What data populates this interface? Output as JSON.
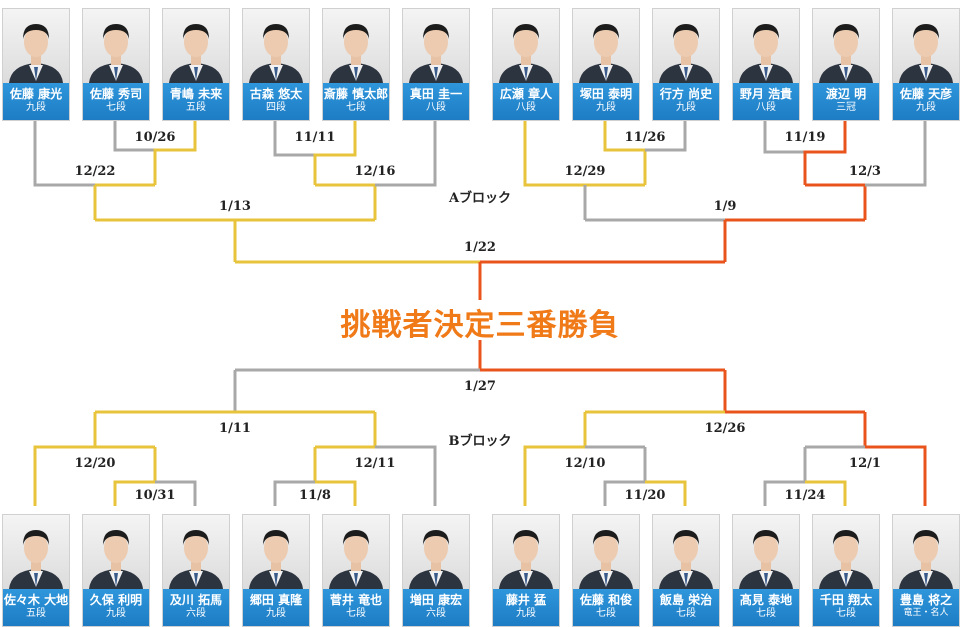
{
  "title": "挑戦者決定三番勝負",
  "colors": {
    "gray": "#a8a8a8",
    "yellow": "#e8c33c",
    "orange": "#e8541c",
    "plate": "#1d7cc4",
    "title": "#f07a18"
  },
  "blocks": {
    "A": {
      "label": "Aブロック",
      "players": [
        {
          "name": "佐藤 康光",
          "rank": "九段"
        },
        {
          "name": "佐藤 秀司",
          "rank": "七段"
        },
        {
          "name": "青嶋 未来",
          "rank": "五段"
        },
        {
          "name": "古森 悠太",
          "rank": "四段"
        },
        {
          "name": "斎藤 慎太郎",
          "rank": "七段"
        },
        {
          "name": "真田 圭一",
          "rank": "八段"
        },
        {
          "name": "広瀬 章人",
          "rank": "八段"
        },
        {
          "name": "塚田 泰明",
          "rank": "九段"
        },
        {
          "name": "行方 尚史",
          "rank": "九段"
        },
        {
          "name": "野月 浩貴",
          "rank": "八段"
        },
        {
          "name": "渡辺 明",
          "rank": "三冠"
        },
        {
          "name": "佐藤 天彦",
          "rank": "九段"
        }
      ],
      "dates": {
        "r1a": "10/26",
        "r1b": "11/11",
        "r1c": "11/26",
        "r1d": "11/19",
        "r2a": "12/22",
        "r2b": "12/16",
        "r2c": "12/29",
        "r2d": "12/3",
        "r3a": "1/13",
        "r3b": "1/9",
        "r4": "1/22"
      }
    },
    "B": {
      "label": "Bブロック",
      "players": [
        {
          "name": "佐々木 大地",
          "rank": "五段"
        },
        {
          "name": "久保 利明",
          "rank": "九段"
        },
        {
          "name": "及川 拓馬",
          "rank": "六段"
        },
        {
          "name": "郷田 真隆",
          "rank": "九段"
        },
        {
          "name": "菅井 竜也",
          "rank": "七段"
        },
        {
          "name": "増田 康宏",
          "rank": "六段"
        },
        {
          "name": "藤井 猛",
          "rank": "九段"
        },
        {
          "name": "佐藤 和俊",
          "rank": "七段"
        },
        {
          "name": "飯島 栄治",
          "rank": "七段"
        },
        {
          "name": "髙見 泰地",
          "rank": "七段"
        },
        {
          "name": "千田 翔太",
          "rank": "七段"
        },
        {
          "name": "豊島 将之",
          "rank": "竜王・名人"
        }
      ],
      "dates": {
        "r1a": "10/31",
        "r1b": "11/8",
        "r1c": "11/20",
        "r1d": "11/24",
        "r2a": "12/20",
        "r2b": "12/11",
        "r2c": "12/10",
        "r2d": "12/1",
        "r3a": "1/11",
        "r3b": "12/26",
        "r4": "1/27"
      }
    }
  }
}
